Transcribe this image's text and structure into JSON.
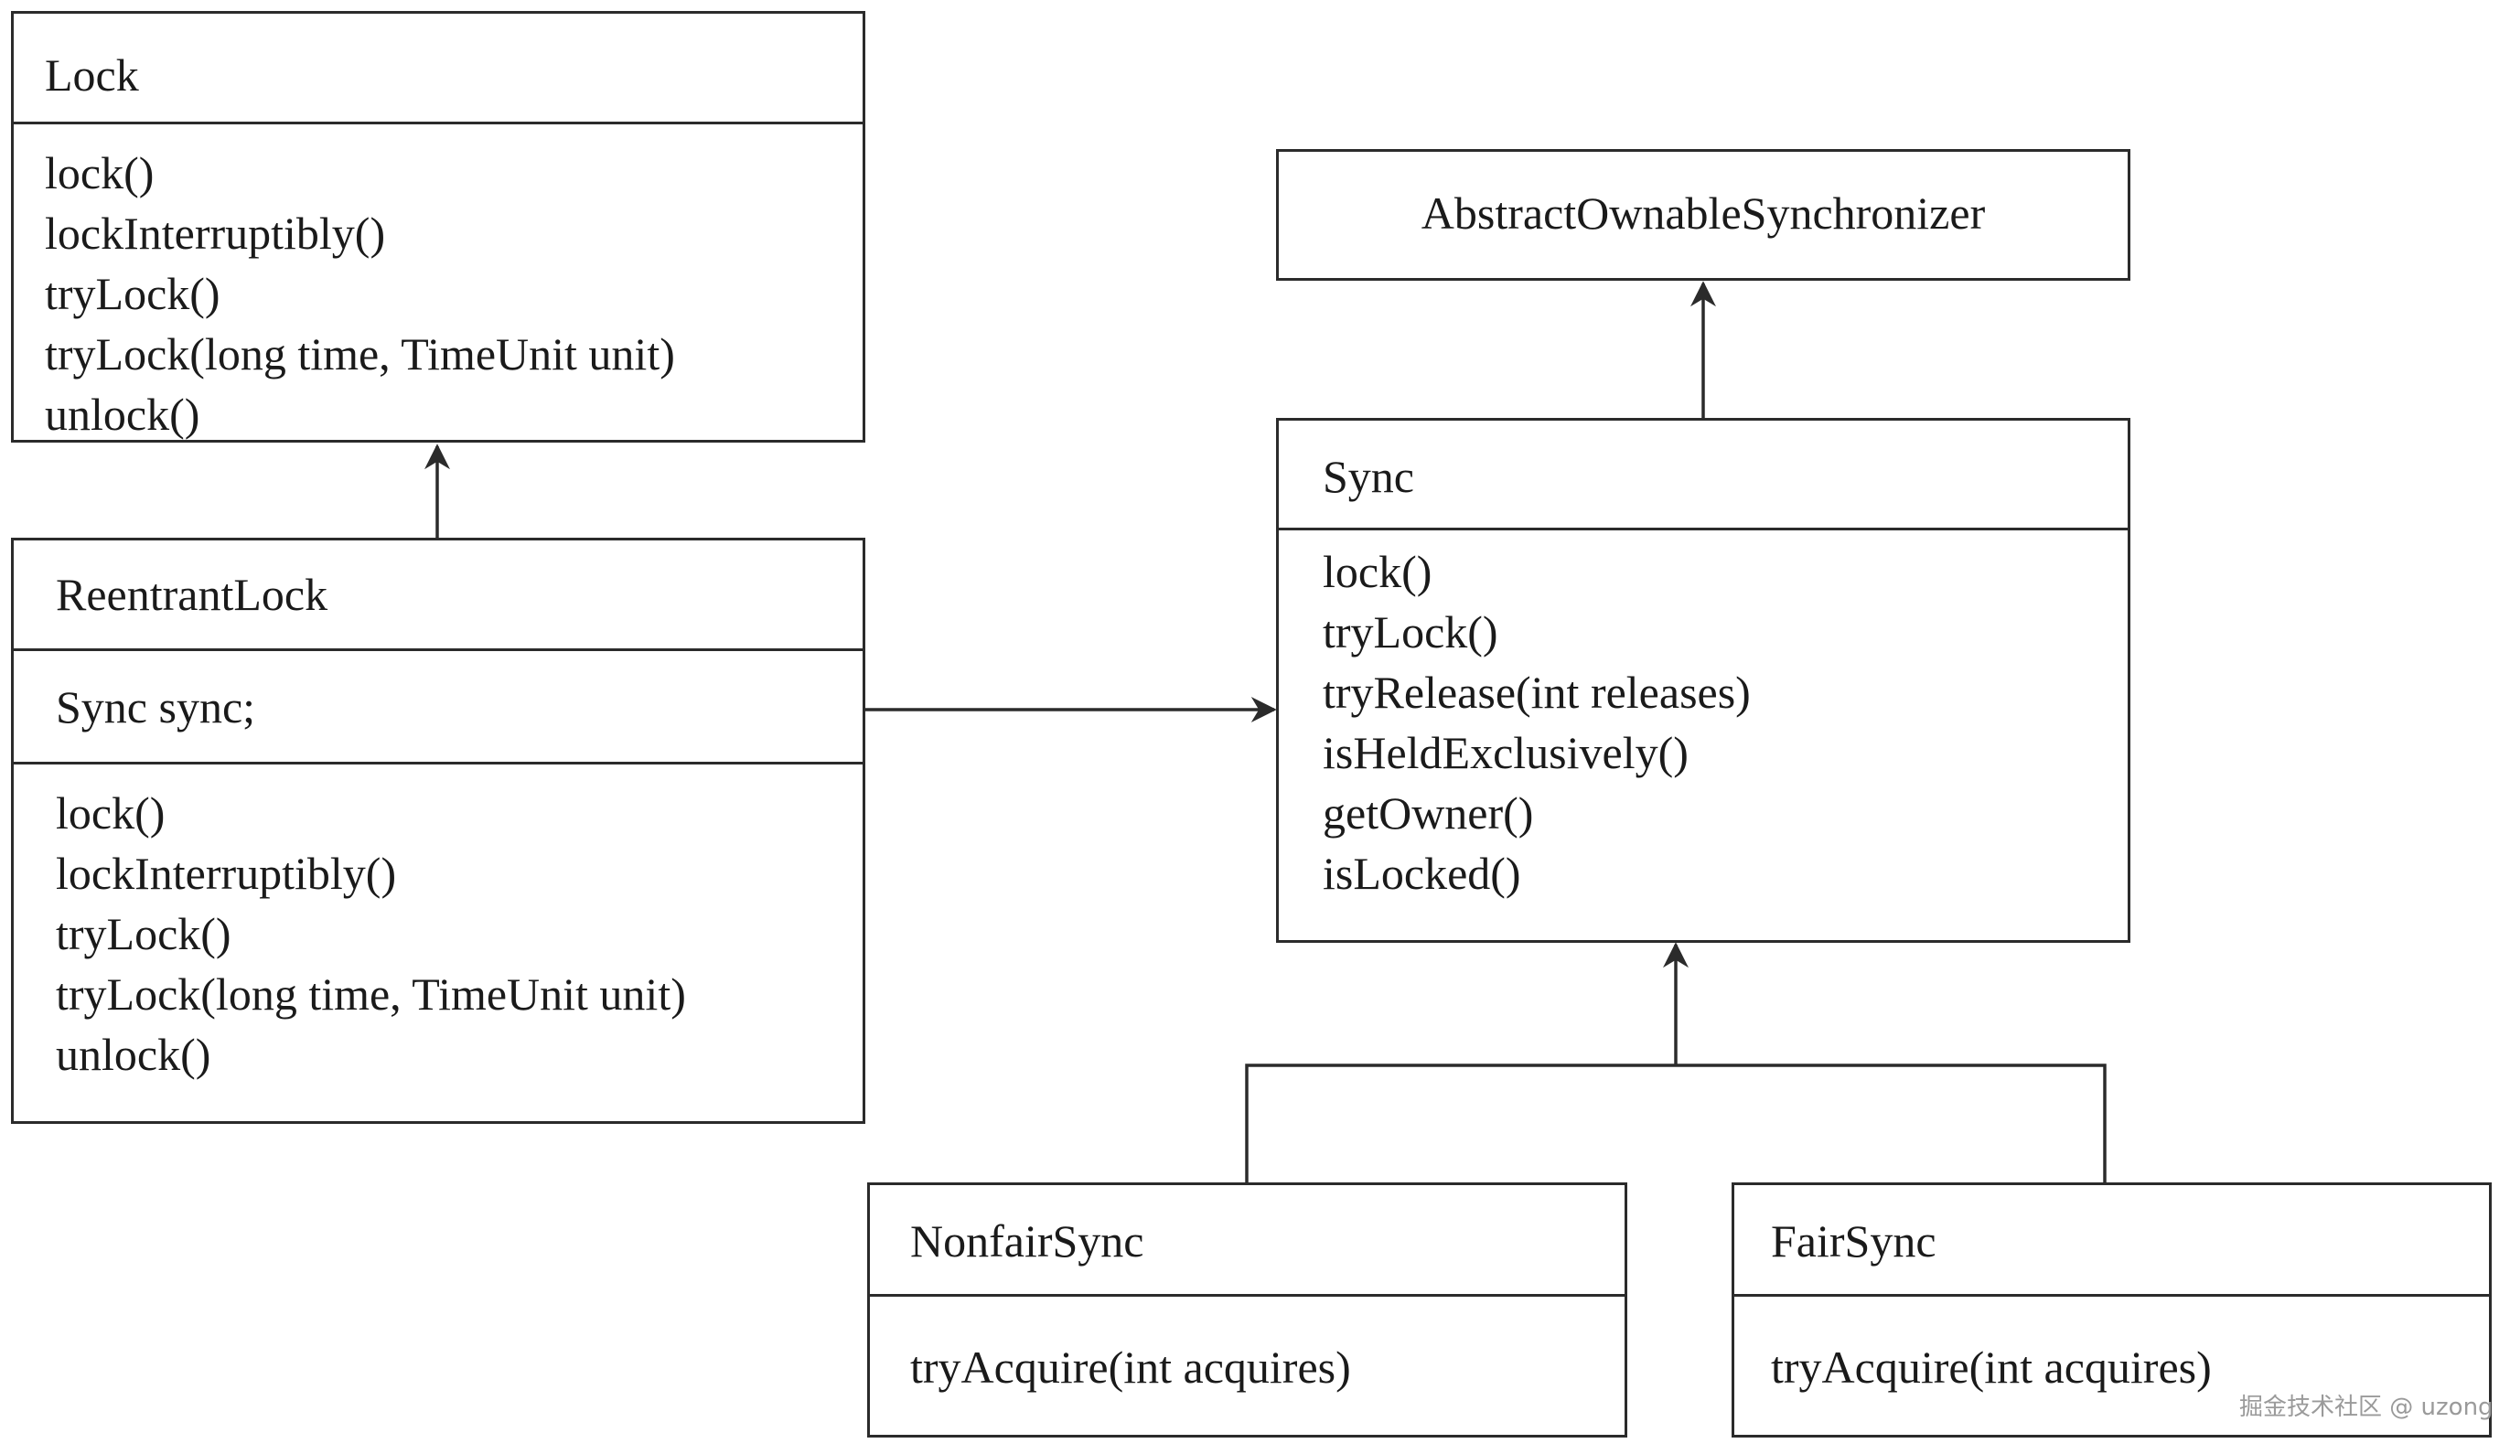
{
  "classes": {
    "lock": {
      "name": "Lock",
      "methods": [
        "lock()",
        "lockInterruptibly()",
        "tryLock()",
        "tryLock(long time, TimeUnit unit)",
        "unlock()"
      ]
    },
    "reentrant_lock": {
      "name": "ReentrantLock",
      "fields": [
        "Sync sync;"
      ],
      "methods": [
        "lock()",
        "lockInterruptibly()",
        "tryLock()",
        "tryLock(long time, TimeUnit unit)",
        "unlock()"
      ]
    },
    "aos": {
      "name": "AbstractOwnableSynchronizer"
    },
    "sync": {
      "name": "Sync",
      "methods": [
        "lock()",
        "tryLock()",
        "tryRelease(int releases)",
        "isHeldExclusively()",
        "getOwner()",
        "isLocked()"
      ]
    },
    "nonfair_sync": {
      "name": "NonfairSync",
      "methods": [
        "tryAcquire(int acquires)"
      ]
    },
    "fair_sync": {
      "name": "FairSync",
      "methods": [
        "tryAcquire(int acquires)"
      ]
    }
  },
  "relations": [
    {
      "from": "ReentrantLock",
      "to": "Lock",
      "type": "implements"
    },
    {
      "from": "ReentrantLock",
      "to": "Sync",
      "type": "association"
    },
    {
      "from": "Sync",
      "to": "AbstractOwnableSynchronizer",
      "type": "extends"
    },
    {
      "from": "NonfairSync",
      "to": "Sync",
      "type": "extends"
    },
    {
      "from": "FairSync",
      "to": "Sync",
      "type": "extends"
    }
  ],
  "watermark": "掘金技术社区 @ uzong",
  "colors": {
    "line": "#2b2b2b",
    "text": "#1a1a1a",
    "watermark": "#9a9a9a",
    "background": "#ffffff"
  }
}
